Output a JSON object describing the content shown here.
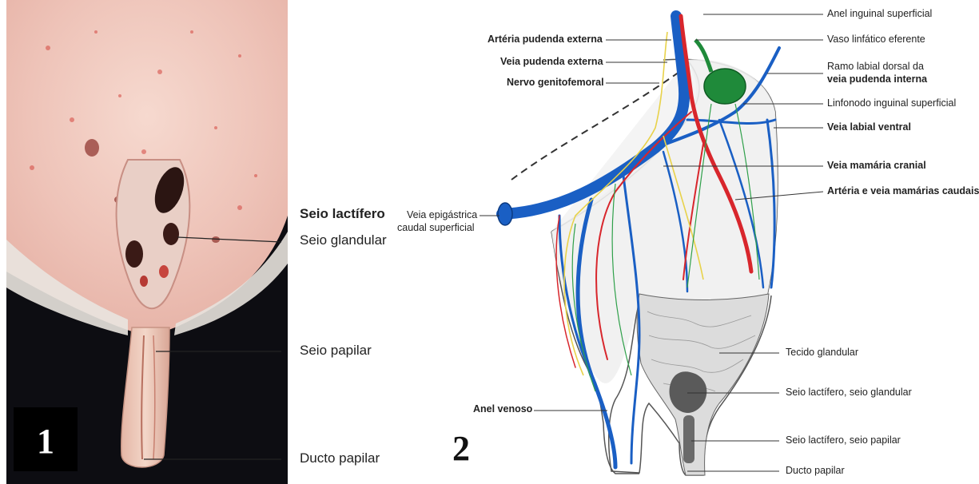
{
  "figure1": {
    "number": "1",
    "labels": {
      "seio_lactifero": "Seio lactífero",
      "seio_glandular": "Seio glandular",
      "seio_papilar": "Seio papilar",
      "ducto_papilar": "Ducto papilar"
    }
  },
  "figure2": {
    "number": "2",
    "labels": {
      "arteria_pudenda_externa": "Artéria pudenda externa",
      "veia_pudenda_externa": "Veia pudenda externa",
      "nervo_genitofemoral": "Nervo genitofemoral",
      "veia_epigastrica_1": "Veia epigástrica",
      "veia_epigastrica_2": "caudal superficial",
      "anel_venoso": "Anel venoso",
      "anel_inguinal": "Anel inguinal superficial",
      "vaso_linfatico": "Vaso linfático eferente",
      "ramo_labial_1": "Ramo labial dorsal da",
      "ramo_labial_2": "veia pudenda interna",
      "linfonodo": "Linfonodo inguinal superficial",
      "veia_labial_ventral": "Veia labial ventral",
      "veia_mamaria_cranial": "Veia mamária cranial",
      "arteria_veia_mamarias": "Artéria e veia mamárias caudais",
      "tecido_glandular": "Tecido glandular",
      "seio_lact_glandular": "Seio lactífero, seio glandular",
      "seio_lact_papilar": "Seio lactífero, seio papilar",
      "ducto_papilar": "Ducto papilar"
    }
  },
  "colors": {
    "vein": "#1a5fc4",
    "artery": "#d8262c",
    "nerve": "#e8d24a",
    "lymph": "#1f8a3a",
    "tissue": "#f0c9c2",
    "background_dark": "#0d0d12"
  }
}
